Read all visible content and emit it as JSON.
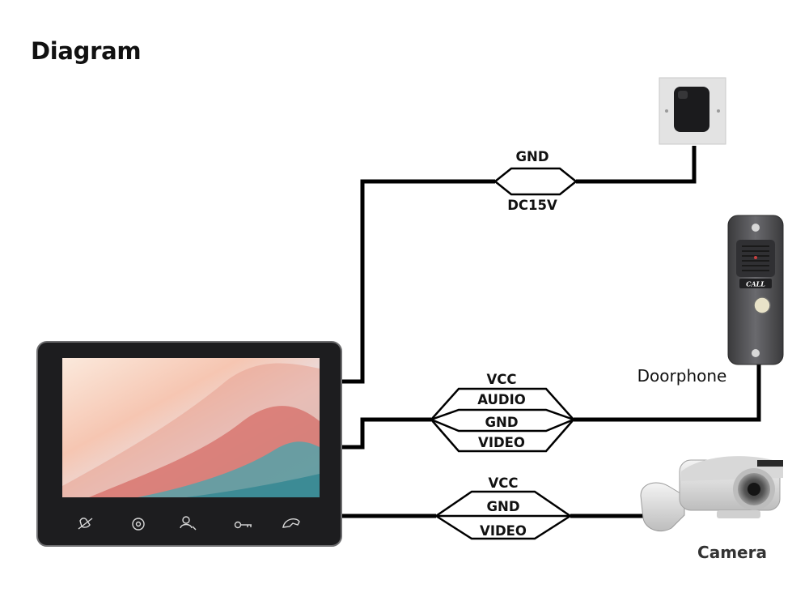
{
  "title": "Diagram",
  "power_cable": {
    "wires": [
      "GND",
      "DC15V"
    ]
  },
  "doorphone_cable": {
    "wires": [
      "VCC",
      "AUDIO",
      "GND",
      "VIDEO"
    ]
  },
  "camera_cable": {
    "wires": [
      "VCC",
      "GND",
      "VIDEO"
    ]
  },
  "devices": {
    "doorphone": {
      "label": "Doorphone",
      "button_text": "CALL"
    },
    "camera": {
      "label": "Camera"
    }
  },
  "colors": {
    "wire": "#000000",
    "monitor_frame": "#2a2a2a",
    "panel": "#5a5a5c"
  },
  "icons": {
    "monitor_buttons": [
      "mute-icon",
      "settings-gear-icon",
      "contacts-icon",
      "unlock-key-icon",
      "phone-icon"
    ]
  }
}
